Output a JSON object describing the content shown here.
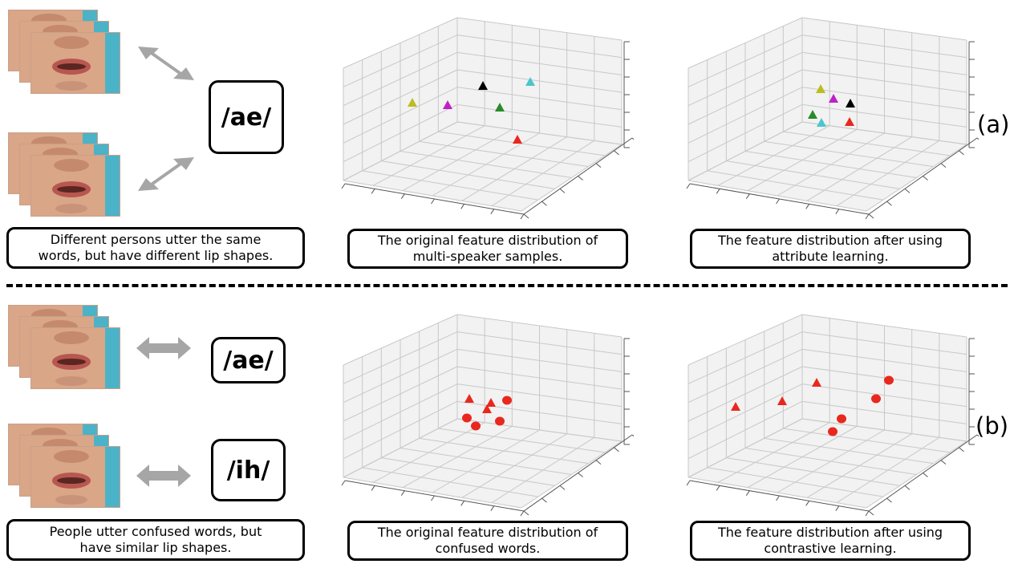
{
  "row_a": {
    "word": "/ae/",
    "captions": [
      [
        "Different persons utter the same",
        "words, but have different lip shapes."
      ],
      [
        "The original feature distribution of",
        "multi-speaker samples."
      ],
      [
        "The feature distribution after using",
        "attribute learning."
      ]
    ],
    "label": "(a)",
    "plot1_markers": [
      {
        "shape": "triangle",
        "color": "#bcbd22"
      },
      {
        "shape": "triangle",
        "color": "#c020c8"
      },
      {
        "shape": "triangle",
        "color": "#000000"
      },
      {
        "shape": "triangle",
        "color": "#2a8a2a"
      },
      {
        "shape": "triangle",
        "color": "#4cc6cc"
      },
      {
        "shape": "triangle",
        "color": "#e8281e"
      }
    ],
    "plot2_markers": [
      {
        "shape": "triangle",
        "color": "#bcbd22"
      },
      {
        "shape": "triangle",
        "color": "#c020c8"
      },
      {
        "shape": "triangle",
        "color": "#000000"
      },
      {
        "shape": "triangle",
        "color": "#2a8a2a"
      },
      {
        "shape": "triangle",
        "color": "#4cc6cc"
      },
      {
        "shape": "triangle",
        "color": "#e8281e"
      }
    ]
  },
  "row_b": {
    "words": [
      "/ae/",
      "/ih/"
    ],
    "captions": [
      [
        "People utter confused words, but",
        "have similar lip shapes."
      ],
      [
        "The original feature distribution of",
        "confused words."
      ],
      [
        "The feature distribution after using",
        "contrastive learning."
      ]
    ],
    "label": "(b)",
    "plot1_markers": [
      {
        "shape": "triangle",
        "color": "#e8281e"
      },
      {
        "shape": "triangle",
        "color": "#e8281e"
      },
      {
        "shape": "triangle",
        "color": "#e8281e"
      },
      {
        "shape": "circle",
        "color": "#e8281e"
      },
      {
        "shape": "circle",
        "color": "#e8281e"
      },
      {
        "shape": "circle",
        "color": "#e8281e"
      },
      {
        "shape": "circle",
        "color": "#e8281e"
      }
    ],
    "plot2_markers": [
      {
        "shape": "triangle",
        "color": "#e8281e"
      },
      {
        "shape": "triangle",
        "color": "#e8281e"
      },
      {
        "shape": "triangle",
        "color": "#e8281e"
      },
      {
        "shape": "circle",
        "color": "#e8281e"
      },
      {
        "shape": "circle",
        "color": "#e8281e"
      },
      {
        "shape": "circle",
        "color": "#e8281e"
      },
      {
        "shape": "circle",
        "color": "#e8281e"
      }
    ]
  },
  "colors": {
    "arrow": "#a6a6a6",
    "grid": "#c8c8c8",
    "pane": "#f2f2f2"
  }
}
